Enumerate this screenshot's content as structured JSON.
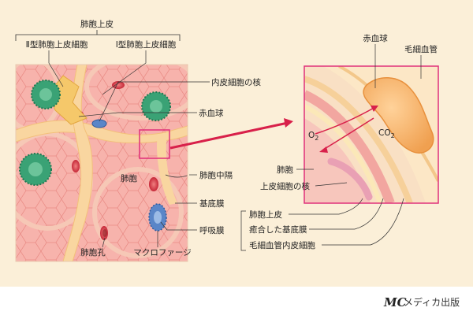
{
  "labels": {
    "alveolar_epithelium": "肺胞上皮",
    "type2_cell": "Ⅱ型肺胞上皮細胞",
    "type1_cell": "Ⅰ型肺胞上皮細胞",
    "endothelial_nucleus": "内皮細胞の核",
    "red_blood_cell": "赤血球",
    "alveolar_septum": "肺胞中隔",
    "basement_membrane": "基底膜",
    "respiratory_membrane": "呼吸膜",
    "alveolar_pore": "肺胞孔",
    "macrophage": "マクロファージ",
    "alveolus": "肺胞"
  },
  "inset": {
    "red_blood_cell": "赤血球",
    "capillary": "毛細血管",
    "o2_main": "O",
    "o2_sub": "2",
    "co2_main": "CO",
    "co2_sub": "2",
    "alveolus": "肺胞",
    "epithelial_nucleus": "上皮細胞の核",
    "alveolar_epithelium": "肺胞上皮",
    "fused_basement_membrane": "癒合した基底膜",
    "capillary_endothelium": "毛細血管内皮細胞"
  },
  "publisher": {
    "logo": "MC",
    "name": "メディカ出版"
  },
  "colors": {
    "background": "#fbefd8",
    "tissue": "#f4a8a0",
    "septum": "#f9dca0",
    "alveolus_wall": "#fbe0c8",
    "macrophage_green": "#3aa275",
    "macrophage_blue": "#5a86c8",
    "rbc": "#d8404a",
    "callout_box": "#e0307a",
    "arrow": "#d8204a"
  }
}
